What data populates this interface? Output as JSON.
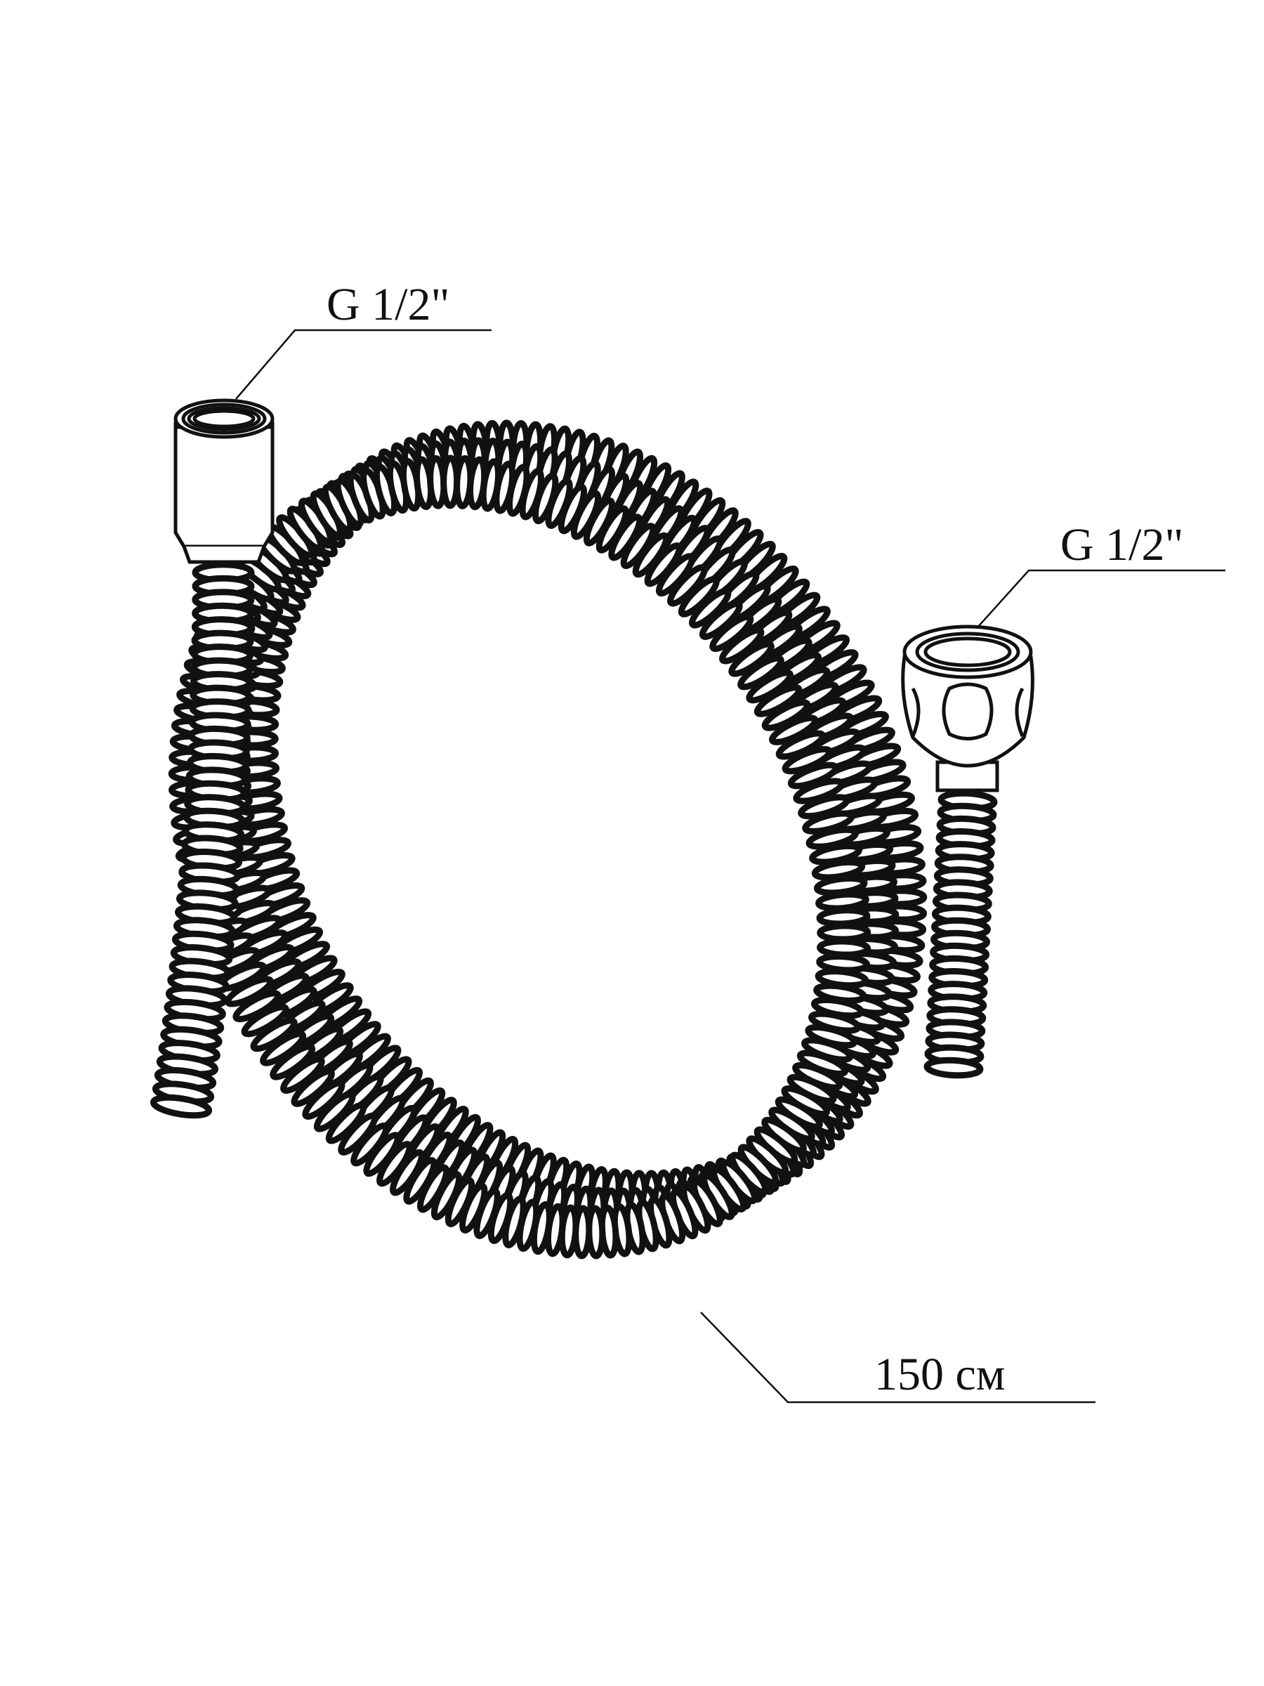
{
  "labels": {
    "left_fitting_thread": "G 1/2\"",
    "right_fitting_thread": "G 1/2\"",
    "hose_length": "150 см"
  },
  "colors": {
    "ink": "#111111",
    "background": "#ffffff"
  }
}
